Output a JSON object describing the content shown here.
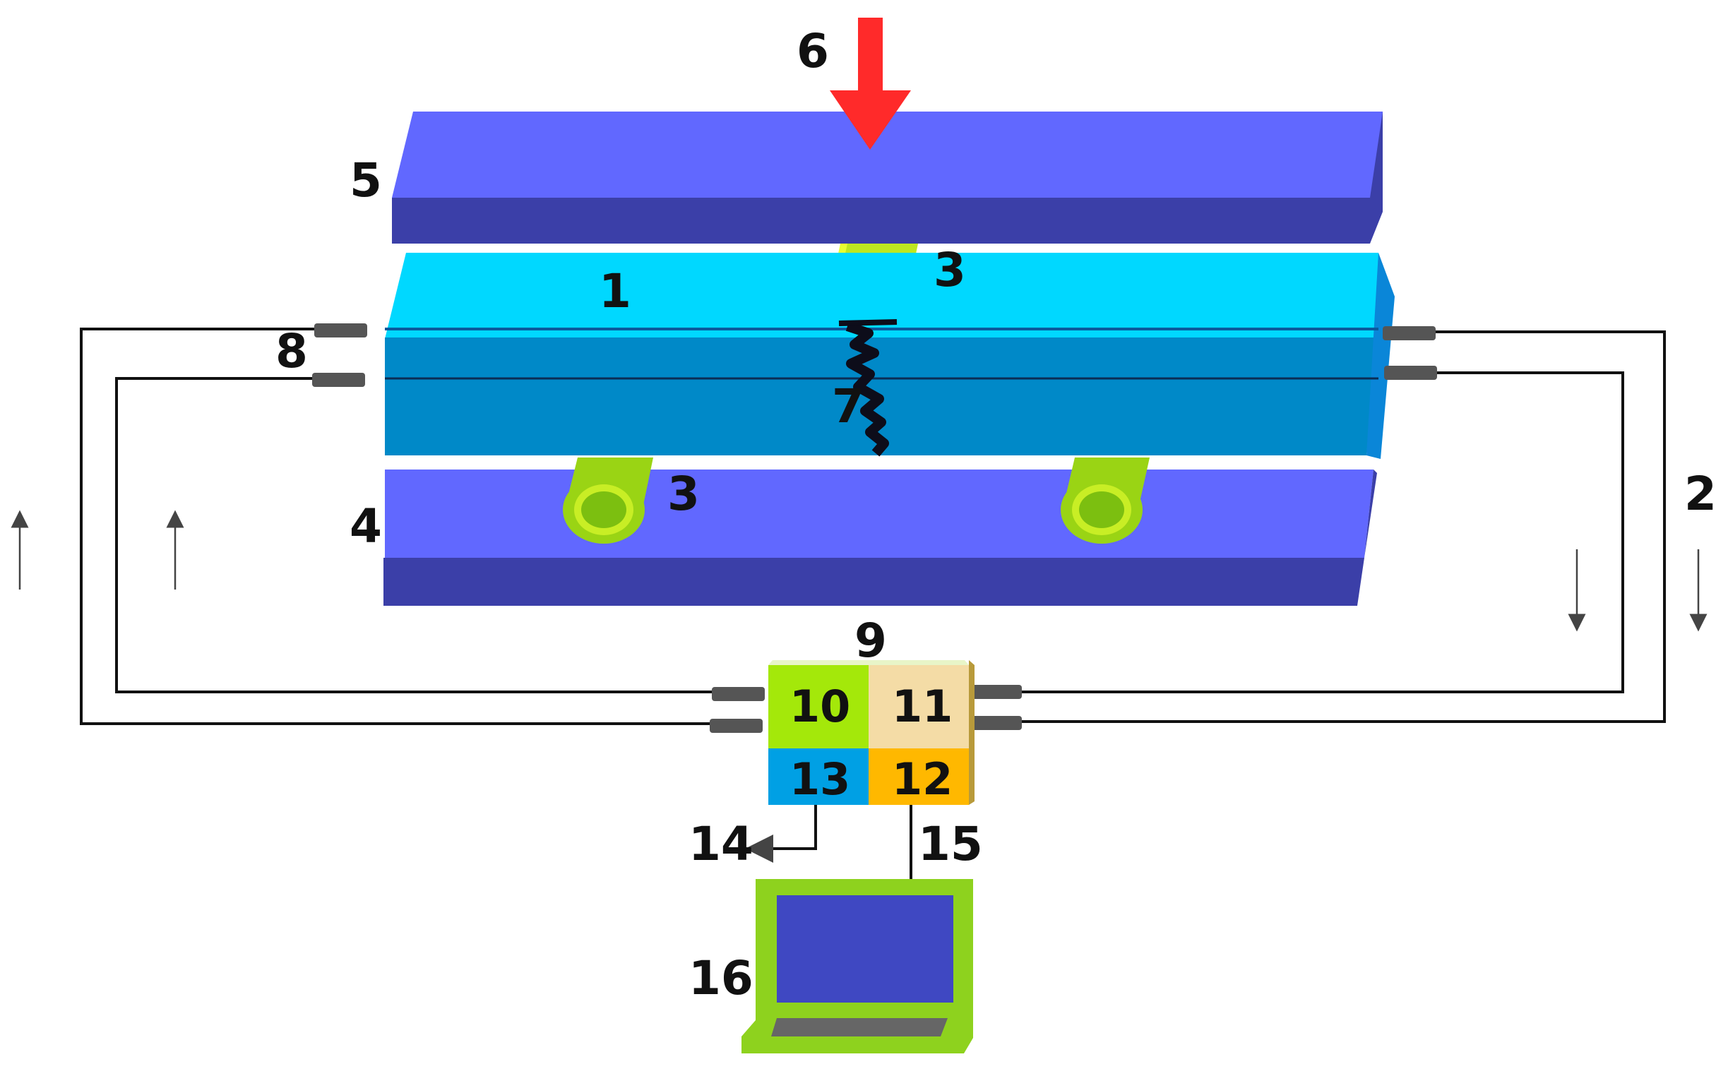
{
  "labels": {
    "specimen": "1",
    "fiber_right": "2",
    "roller": "3",
    "bottom_plate": "4",
    "top_plate": "5",
    "load": "6",
    "crack": "7",
    "connector": "8",
    "interrogator": "9",
    "module_a": "10",
    "module_b": "11",
    "module_c": "12",
    "module_d": "13",
    "output": "14",
    "data_link": "15",
    "computer": "16"
  },
  "colors": {
    "plate_top": "#6168ff",
    "plate_front": "#3b3fa8",
    "beam_top": "#00d8ff",
    "beam_front": "#0089c8",
    "roller_body": "#9ad414",
    "roller_cap": "#e8ff30",
    "load_arrow": "#ff2a2a",
    "module_a": "#a4e80a",
    "module_b": "#f4dca6",
    "module_c": "#ffb800",
    "module_d": "#00a0e4",
    "laptop_frame": "#8ed21e",
    "laptop_screen": "#3f48c2"
  }
}
